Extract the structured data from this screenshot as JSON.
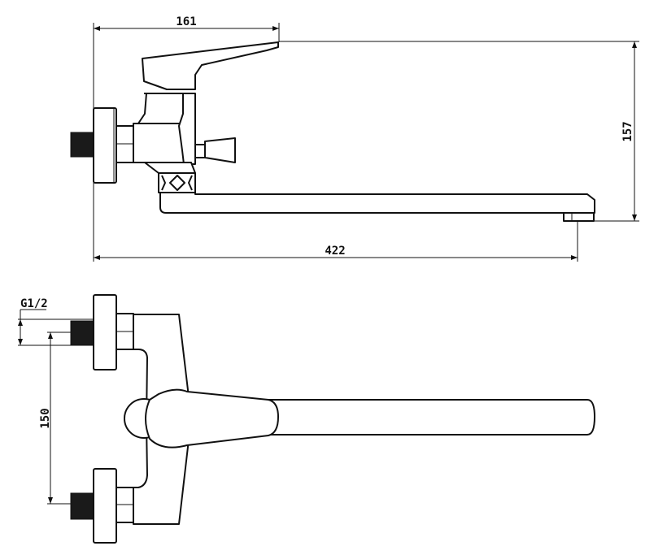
{
  "drawing": {
    "side_view": {
      "dimensions": {
        "handle_reach": "161",
        "height": "157",
        "spout_length": "422"
      }
    },
    "top_view": {
      "dimensions": {
        "thread": "G1/2",
        "center_distance": "150"
      }
    }
  }
}
